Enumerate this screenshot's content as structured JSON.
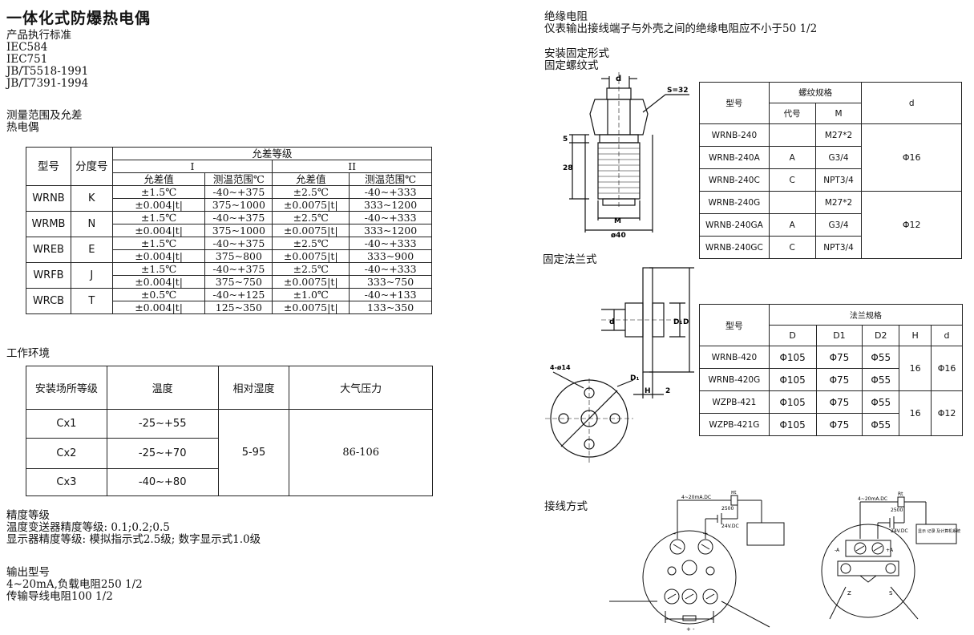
{
  "title": "一体化式防爆热电偶",
  "standards": {
    "heading": "产品执行标准",
    "items": [
      "IEC584",
      "IEC751",
      "JB/T5518-1991",
      "JB/T7391-1994"
    ]
  },
  "range": {
    "heading": "测量范围及允差",
    "sub": "热电偶"
  },
  "tolerance_table": {
    "h_model": "型号",
    "h_grade": "分度号",
    "h_class": "允差等级",
    "h_I": "I",
    "h_II": "II",
    "h_tol": "允差值",
    "h_range": "测温范围℃",
    "rows": [
      {
        "model": "WRNB",
        "grade": "K",
        "r": [
          [
            "±1.5℃",
            "-40~+375",
            "±2.5℃",
            "-40~+333"
          ],
          [
            "±0.004|t|",
            "375~1000",
            "±0.0075|t|",
            "333~1200"
          ]
        ]
      },
      {
        "model": "WRMB",
        "grade": "N",
        "r": [
          [
            "±1.5℃",
            "-40~+375",
            "±2.5℃",
            "-40~+333"
          ],
          [
            "±0.004|t|",
            "375~1000",
            "±0.0075|t|",
            "333~1200"
          ]
        ]
      },
      {
        "model": "WREB",
        "grade": "E",
        "r": [
          [
            "±1.5℃",
            "-40~+375",
            "±2.5℃",
            "-40~+333"
          ],
          [
            "±0.004|t|",
            "375~800",
            "±0.0075|t|",
            "333~900"
          ]
        ]
      },
      {
        "model": "WRFB",
        "grade": "J",
        "r": [
          [
            "±1.5℃",
            "-40~+375",
            "±2.5℃",
            "-40~+333"
          ],
          [
            "±0.004|t|",
            "375~750",
            "±0.0075|t|",
            "333~750"
          ]
        ]
      },
      {
        "model": "WRCB",
        "grade": "T",
        "r": [
          [
            "±0.5℃",
            "-40~+125",
            "±1.0℃",
            "-40~+133"
          ],
          [
            "±0.004|t|",
            "125~350",
            "±0.0075|t|",
            "133~350"
          ]
        ]
      }
    ]
  },
  "env": {
    "heading": "工作环境",
    "headers": [
      "安装场所等级",
      "温度",
      "相对湿度",
      "大气压力"
    ],
    "rows": [
      [
        "Cx1",
        "-25~+55"
      ],
      [
        "Cx2",
        "-25~+70"
      ],
      [
        "Cx3",
        "-40~+80"
      ]
    ],
    "humidity": "5-95",
    "pressure": "86-106"
  },
  "accuracy": {
    "heading": "精度等级",
    "line1": "温度变送器精度等级: 0.1;0.2;0.5",
    "line2": "显示器精度等级: 模拟指示式2.5级; 数字显示式1.0级"
  },
  "output": {
    "heading": "输出型号",
    "line1": "4~20mA,负载电阻250 1/2",
    "line2": "传输导线电阻100 1/2"
  },
  "insulation": {
    "heading": "绝缘电阻",
    "line": "仪表输出接线端子与外壳之间的绝缘电阻应不小于50 1/2"
  },
  "mount": {
    "heading": "安装固定形式",
    "sub": "固定螺纹式"
  },
  "thread_table": {
    "h_model": "型号",
    "h_spec": "螺纹规格",
    "h_code": "代号",
    "h_m": "M",
    "h_d": "d",
    "rows": [
      [
        "WRNB-240",
        "",
        "M27*2"
      ],
      [
        "WRNB-240A",
        "A",
        "G3/4"
      ],
      [
        "WRNB-240C",
        "C",
        "NPT3/4"
      ],
      [
        "WRNB-240G",
        "",
        "M27*2"
      ],
      [
        "WRNB-240GA",
        "A",
        "G3/4"
      ],
      [
        "WRNB-240GC",
        "C",
        "NPT3/4"
      ]
    ],
    "d1": "Φ16",
    "d2": "Φ12"
  },
  "flange_heading": "固定法兰式",
  "flange_table": {
    "h_model": "型号",
    "h_spec": "法兰规格",
    "h_cols": [
      "D",
      "D1",
      "D2",
      "H",
      "d"
    ],
    "rows": [
      [
        "WRNB-420",
        "Φ105",
        "Φ75",
        "Φ55"
      ],
      [
        "WRNB-420G",
        "Φ105",
        "Φ75",
        "Φ55"
      ],
      [
        "WZPB-421",
        "Φ105",
        "Φ75",
        "Φ55"
      ],
      [
        "WZPB-421G",
        "Φ105",
        "Φ75",
        "Φ55"
      ]
    ],
    "h1": "16",
    "dd1": "Φ16",
    "h2": "16",
    "dd2": "Φ12"
  },
  "wiring": {
    "heading": "接线方式",
    "label_loop": "4~20mA.DC",
    "label_r": "Rt",
    "label_250": "2500",
    "label_24": "24V.DC",
    "label_display": "显示 记录\n及计算机系统",
    "label_plus": "+",
    "label_minus": "-",
    "label_a1": "-A",
    "label_a2": "+A",
    "label_z": "Z",
    "label_s": "S"
  },
  "drawing_labels": {
    "d": "d",
    "s32": "S=32",
    "five": "5",
    "twentyeight": "28",
    "m": "M",
    "dia40": "ø40",
    "hole": "4-ø14",
    "D": "D",
    "D1": "D₁",
    "H": "H",
    "two": "2"
  }
}
